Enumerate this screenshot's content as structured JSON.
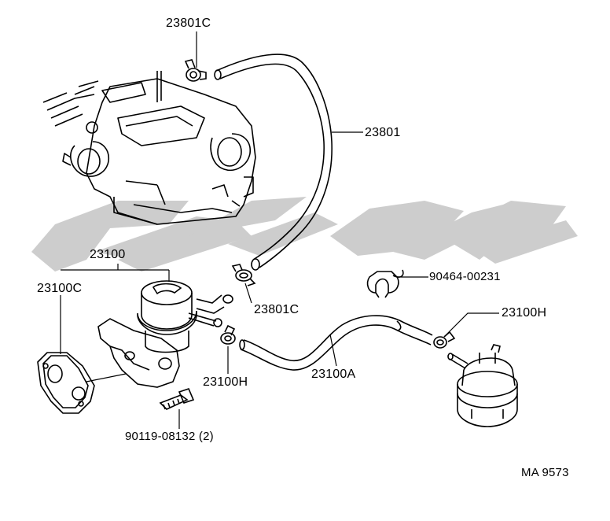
{
  "diagram": {
    "code": "MA 9573",
    "part_labels": {
      "vacuum_hose_clip_top": "23801C",
      "vacuum_hose": "23801",
      "fuel_pump_assy": "23100",
      "fuel_pump_gasket": "23100C",
      "vacuum_hose_clip_bottom": "23801C",
      "retainer": "90464-00231",
      "hose_clip_right": "23100H",
      "hose_clip_left": "23100H",
      "fuel_hose": "23100A",
      "bolt": "90119-08132 (2)"
    }
  },
  "colors": {
    "line": "#000000",
    "watermark": "#c8c8c8",
    "background": "#ffffff"
  }
}
